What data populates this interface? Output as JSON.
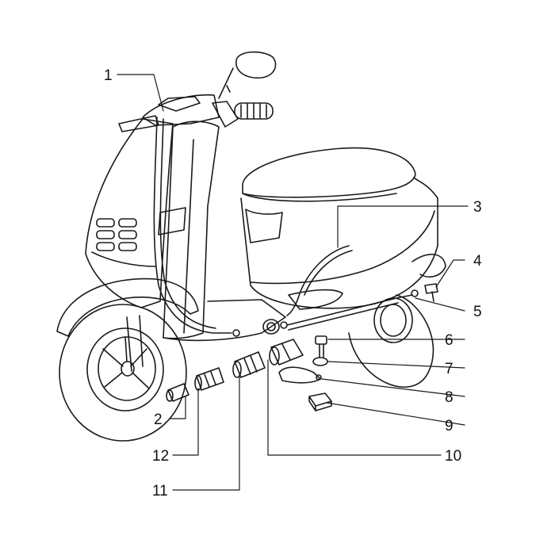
{
  "diagram": {
    "colors": {
      "ink": "#1a1a1a",
      "paper": "#ffffff"
    },
    "callouts": [
      {
        "id": "1",
        "text": "1"
      },
      {
        "id": "2",
        "text": "2"
      },
      {
        "id": "3",
        "text": "3"
      },
      {
        "id": "4",
        "text": "4"
      },
      {
        "id": "5",
        "text": "5"
      },
      {
        "id": "6",
        "text": "6"
      },
      {
        "id": "7",
        "text": "7"
      },
      {
        "id": "8",
        "text": "8"
      },
      {
        "id": "9",
        "text": "9"
      },
      {
        "id": "10",
        "text": "10"
      },
      {
        "id": "11",
        "text": "11"
      },
      {
        "id": "12",
        "text": "12"
      }
    ]
  }
}
